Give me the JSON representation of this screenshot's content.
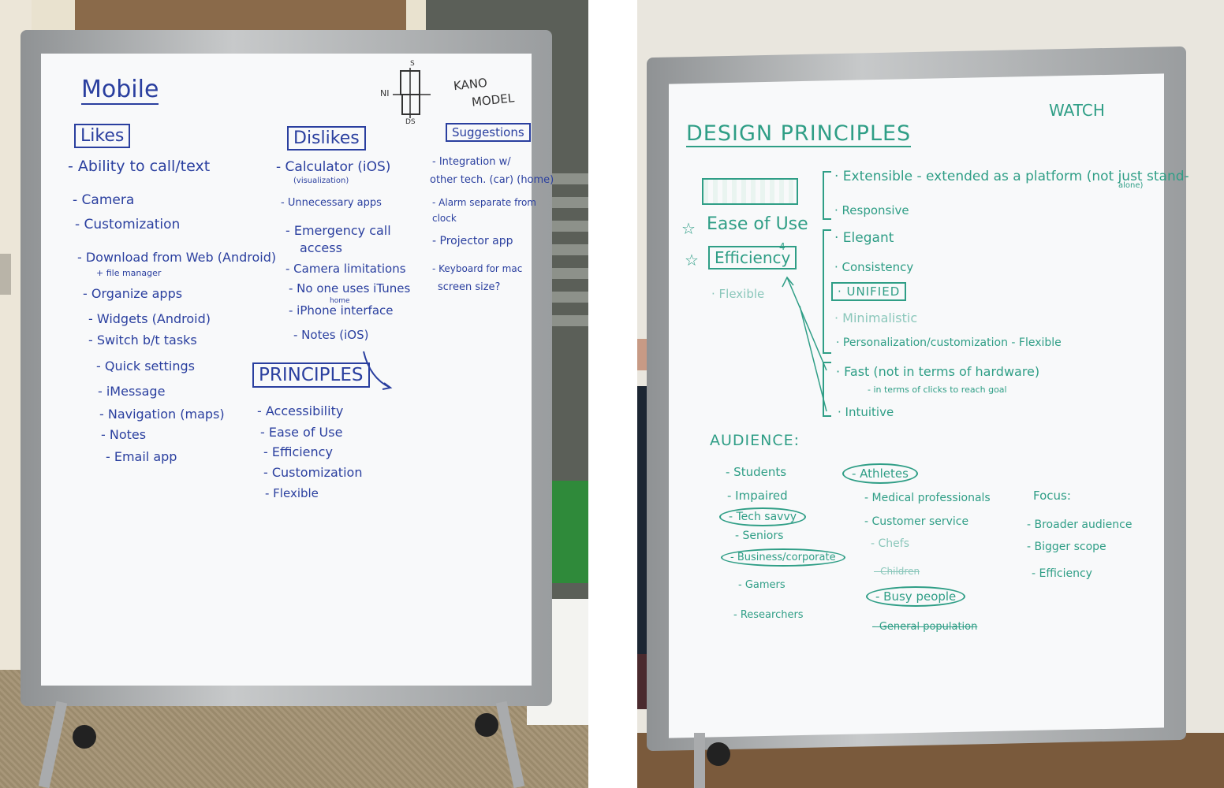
{
  "left_board": {
    "title": "Mobile",
    "kano": {
      "label_line1": "KANO",
      "label_line2": "MODEL",
      "s": "S",
      "ni": "NI",
      "ds": "DS"
    },
    "likes": {
      "header": "Likes",
      "items": [
        "- Ability to call/text",
        "- Camera",
        "- Customization",
        "- Download from Web (Android)",
        "+ file manager",
        "- Organize apps",
        "- Widgets (Android)",
        "- Switch b/t tasks",
        "- Quick settings",
        "- iMessage",
        "- Navigation (maps)",
        "- Notes",
        "- Email app"
      ]
    },
    "dislikes": {
      "header": "Dislikes",
      "items": [
        "- Calculator (iOS)",
        "(visualization)",
        "- Unnecessary apps",
        "- Emergency call",
        "access",
        "- Camera limitations",
        "- No one uses iTunes",
        "- iPhone interface",
        "- Notes (iOS)"
      ],
      "iphone_note": "home"
    },
    "suggestions": {
      "header": "Suggestions",
      "items": [
        "- Integration w/",
        "other tech. (car) (home)",
        "- Alarm separate from",
        "clock",
        "- Projector app",
        "- Keyboard for mac",
        "screen size?"
      ]
    },
    "principles": {
      "header": "PRINCIPLES",
      "items": [
        "- Accessibility",
        "- Ease of Use",
        "- Efficiency",
        "- Customization",
        "- Flexible"
      ]
    }
  },
  "right_board": {
    "title": "DESIGN PRINCIPLES",
    "corner_label": "WATCH",
    "left_column": {
      "star1": "☆",
      "ease": "Ease of Use",
      "star2": "☆",
      "efficiency": "Efficiency",
      "efficiency_sup": "4",
      "flexible": "· Flexible"
    },
    "group1": [
      "· Extensible - extended as a platform (not just stand-",
      "alone)",
      "· Responsive"
    ],
    "group2": [
      "· Elegant",
      "· Consistency",
      "· UNIFIED",
      "· Minimalistic",
      "· Personalization/customization - Flexible"
    ],
    "group3": [
      "· Fast (not in terms of hardware)",
      "- in terms of clicks to reach goal",
      "· Intuitive"
    ],
    "audience": {
      "header": "AUDIENCE:",
      "col1": [
        "- Students",
        "- Impaired",
        "- Tech savvy",
        "- Seniors",
        "- Business/corporate",
        "- Gamers",
        "- Researchers"
      ],
      "col2": [
        "- Athletes",
        "- Medical professionals",
        "- Customer service",
        "- Chefs",
        "- Children",
        "- Busy people",
        "- General population"
      ]
    },
    "focus": {
      "header": "Focus:",
      "items": [
        "- Broader audience",
        "- Bigger scope",
        "- Efficiency"
      ]
    }
  },
  "colors": {
    "blue_marker": "#2a3f9f",
    "green_marker": "#2f9e86"
  }
}
